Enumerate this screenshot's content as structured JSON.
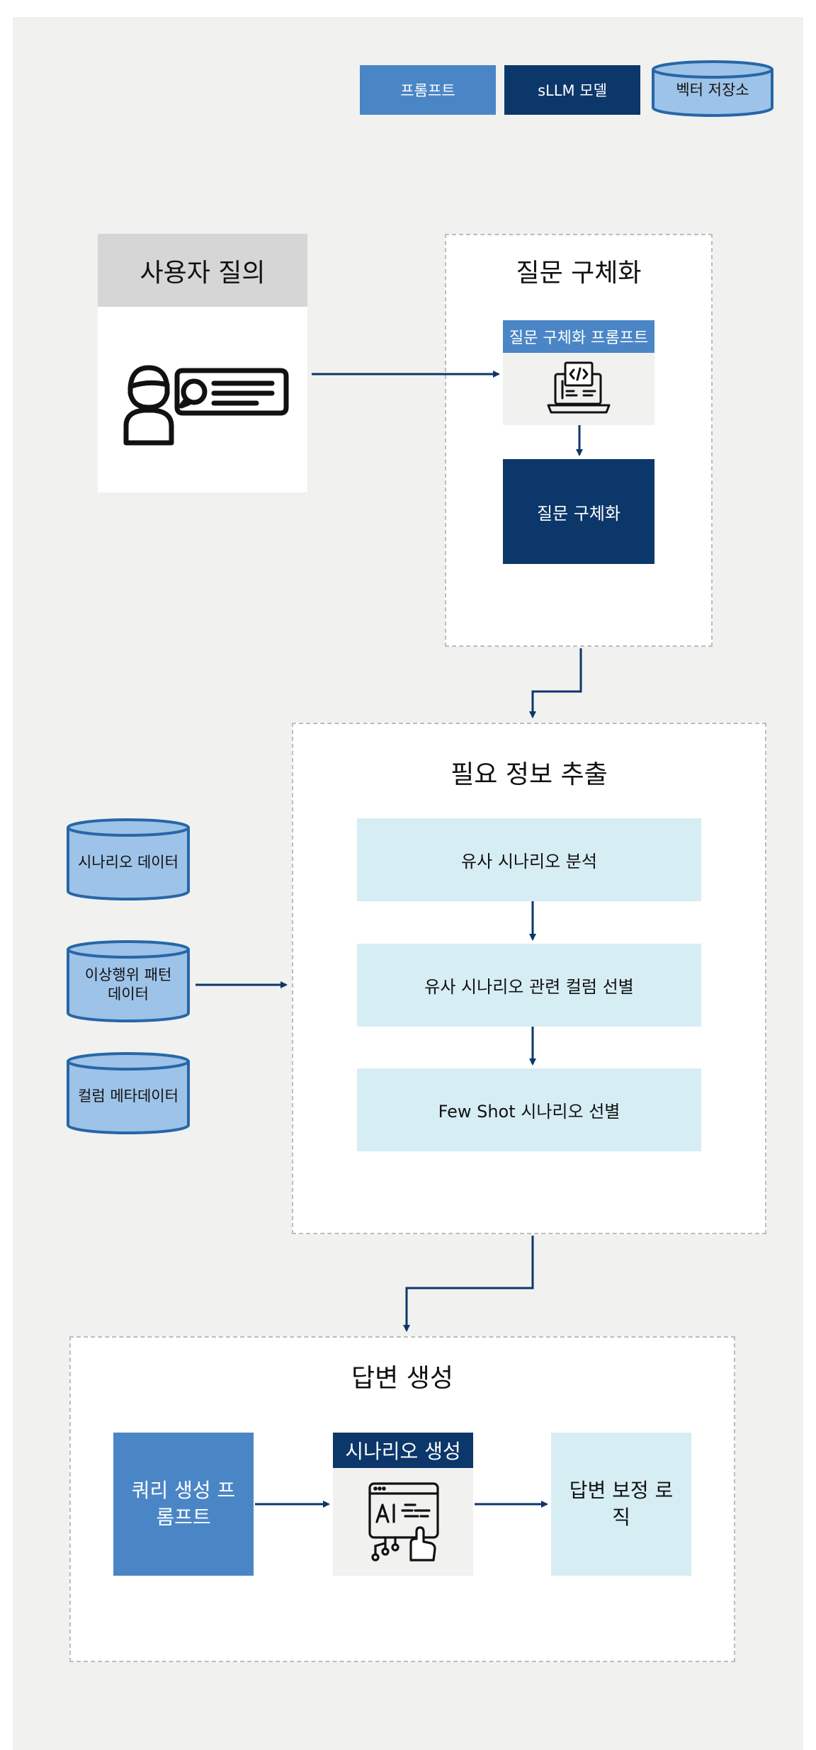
{
  "legend": {
    "prompt": "프롬프트",
    "model": "sLLM 모델",
    "vector_store": "벡터 저장소"
  },
  "user_query": {
    "title": "사용자 질의",
    "icon": "user-chat-icon"
  },
  "refine": {
    "title": "질문 구체화",
    "prompt_label": "질문 구체화 프롬프트",
    "prompt_icon": "laptop-code-icon",
    "model_label": "질문 구체화"
  },
  "extract": {
    "title": "필요 정보 추출",
    "steps": [
      "유사 시나리오 분석",
      "유사 시나리오 관련 컬럼 선별",
      "Few Shot 시나리오 선별"
    ],
    "stores": [
      "시나리오 데이터",
      "이상행위 패턴 데이터",
      "컬럼 메타데이터"
    ]
  },
  "answer": {
    "title": "답변 생성",
    "query_prompt": "쿼리 생성 프롬프트",
    "scenario_gen": "시나리오 생성",
    "scenario_icon": "ai-screen-icon",
    "correction": "답변 보정 로직"
  },
  "colors": {
    "prompt": "#4a86c6",
    "model": "#0c376a",
    "process": "#d7edf4",
    "vector_store": "#9ec3e8",
    "arrow": "#0c376a"
  }
}
